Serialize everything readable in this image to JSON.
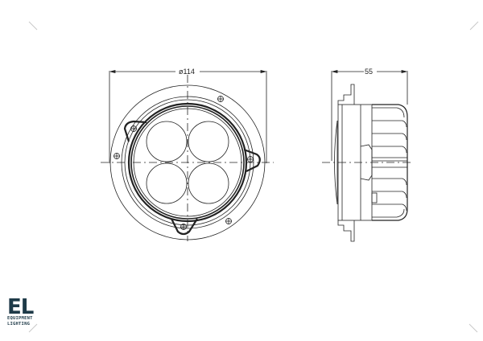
{
  "drawing": {
    "front_view": {
      "dimension_label": "ø114"
    },
    "side_view": {
      "dimension_label": "55"
    }
  },
  "logo": {
    "mark": "EL",
    "line1": "EQUIPMENT",
    "line2": "LIGHTING",
    "color": "#1e3a48"
  },
  "colors": {
    "line": "#222222",
    "crop_mark": "#c8c8c8"
  }
}
